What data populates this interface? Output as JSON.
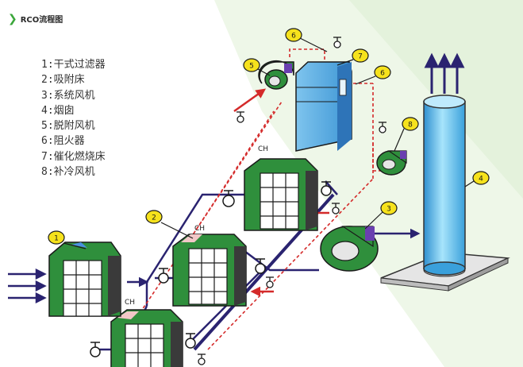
{
  "header": {
    "title": "RCO流程图"
  },
  "legend": [
    "1:干式过滤器",
    "2:吸附床",
    "3:系统风机",
    "4:烟囱",
    "5:脱附风机",
    "6:阻火器",
    "7:催化燃烧床",
    "8:补冷风机"
  ],
  "callouts": [
    "1",
    "2",
    "3",
    "4",
    "5",
    "6",
    "7",
    "8"
  ],
  "ch_label": "CH",
  "colors": {
    "equipment_green": "#2f8f3c",
    "equipment_dark": "#3a3a3a",
    "exhaust_pipe": "#2a2370",
    "desorb_pipe": "#d42a2a",
    "chimney_blue": "#6ec8ef",
    "callout_yellow": "#f6e21c",
    "accent_green": "#3aa63a"
  }
}
